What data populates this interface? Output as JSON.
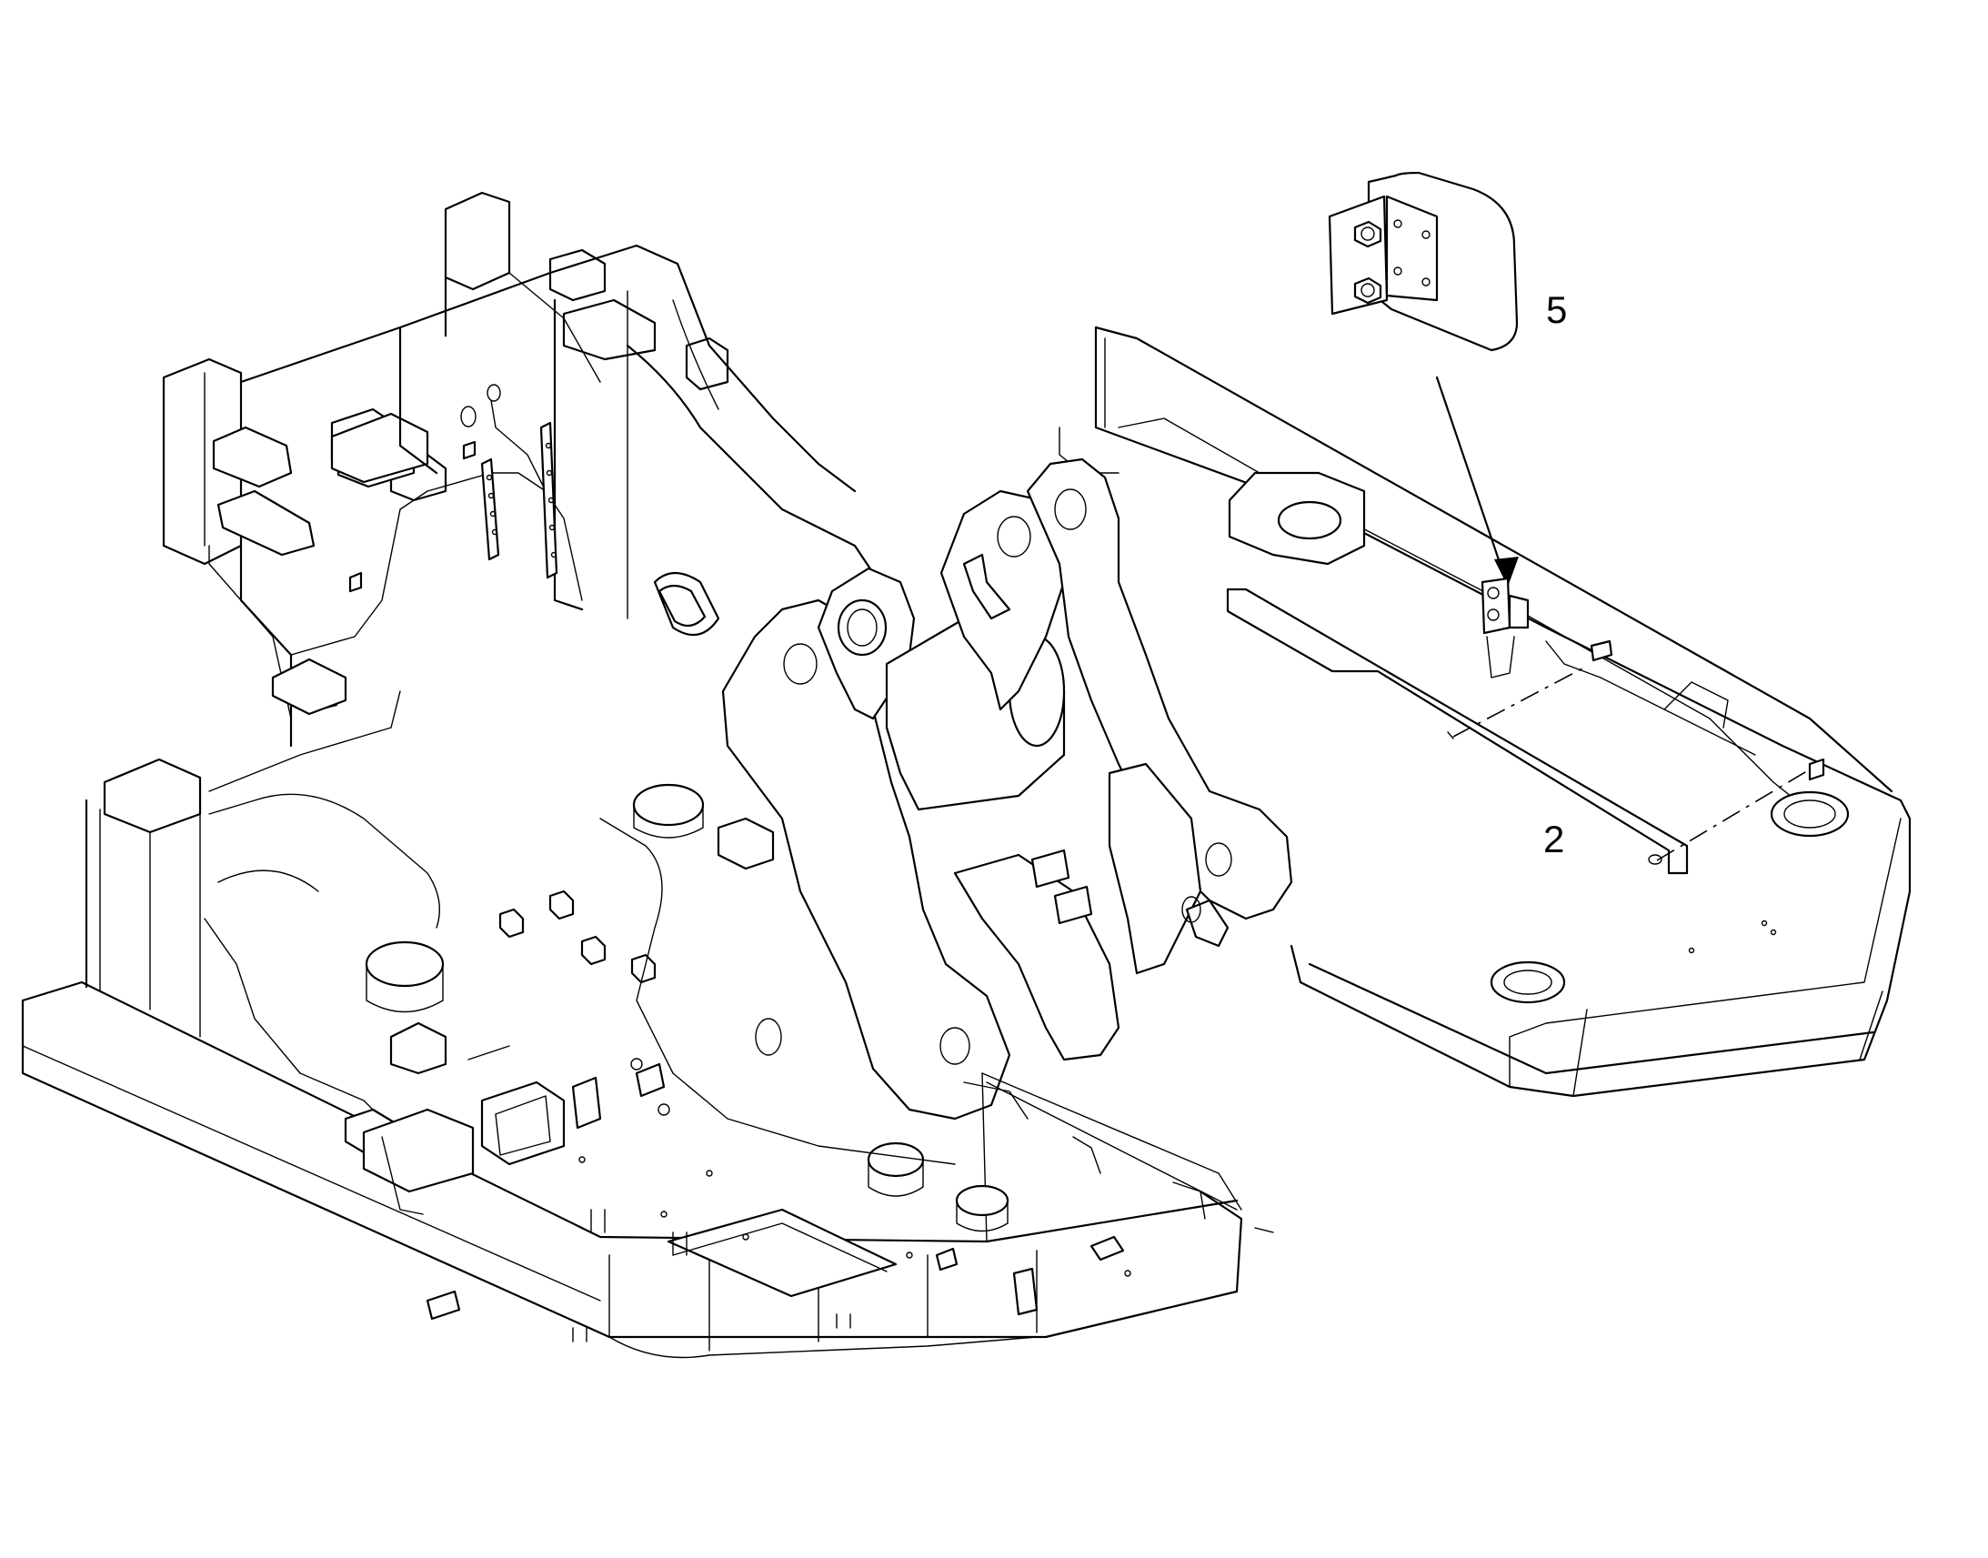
{
  "diagram": {
    "callouts": [
      {
        "id": "5",
        "label": "5"
      },
      {
        "id": "2",
        "label": "2"
      }
    ]
  }
}
